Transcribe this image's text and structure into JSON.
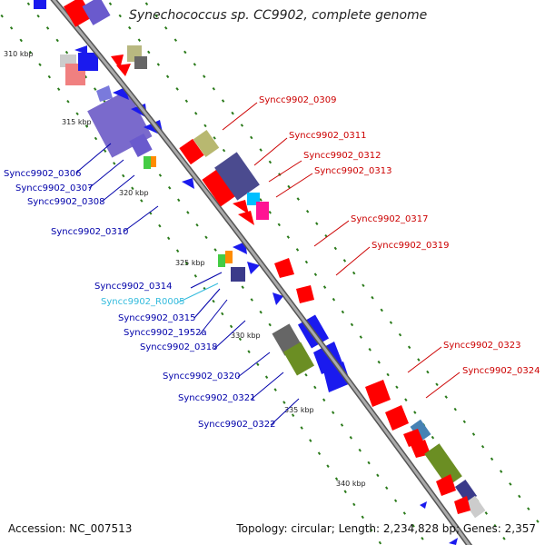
{
  "title": "Synechococcus sp. CC9902, complete genome",
  "footer": {
    "accession": "Accession: NC_007513",
    "topology": "Topology: circular; Length: 2,234,828 bp; Genes: 2,357"
  },
  "colors": {
    "backbone": "#9a9a9a",
    "label_forward": "#cc0000",
    "label_reverse": "#0000aa",
    "label_rna": "#33bbdd",
    "tick": "#2a7a1a"
  },
  "ticks": [
    "310 kbp",
    "315 kbp",
    "320 kbp",
    "325 kbp",
    "330 kbp",
    "335 kbp",
    "340 kbp"
  ],
  "labels_forward": [
    "Syncc9902_0309",
    "Syncc9902_0311",
    "Syncc9902_0312",
    "Syncc9902_0313",
    "Syncc9902_0317",
    "Syncc9902_0319",
    "Syncc9902_0323",
    "Syncc9902_0324"
  ],
  "labels_reverse": [
    "Syncc9902_0306",
    "Syncc9902_0307",
    "Syncc9902_0308",
    "Syncc9902_0310",
    "Syncc9902_0314",
    "Syncc9902_R0005",
    "Syncc9902_0315",
    "Syncc9902_1952a",
    "Syncc9902_0318",
    "Syncc9902_0320",
    "Syncc9902_0321",
    "Syncc9902_0322"
  ]
}
